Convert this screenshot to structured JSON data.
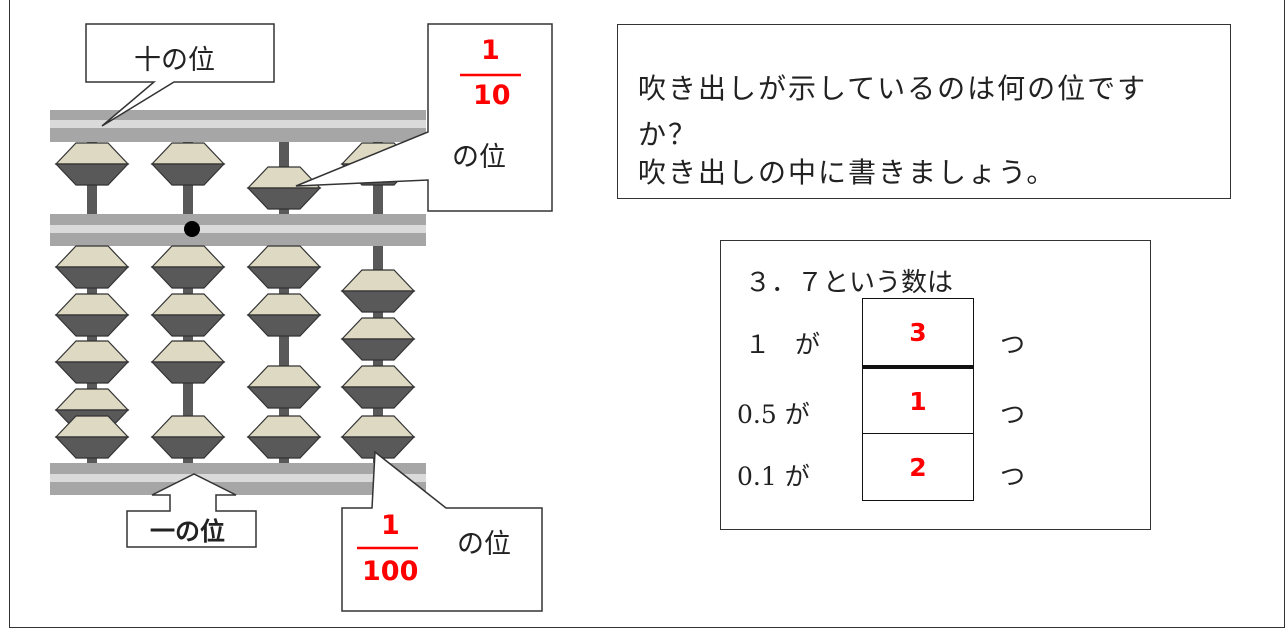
{
  "labels": {
    "tens_place": "十の位",
    "tenth_num": "1",
    "tenth_den": "10",
    "tenth_suffix": "の位",
    "ones_place": "一の位",
    "hundredth_num": "1",
    "hundredth_den": "100",
    "hundredth_suffix": "の位"
  },
  "question": {
    "line1": "吹き出しが示しているのは何の位です",
    "line2": "か？",
    "line3": "吹き出しの中に書きましょう。"
  },
  "answer_box": {
    "title": "３．７という数は",
    "rows": [
      {
        "label": "１　が",
        "value": "3",
        "suffix": "つ"
      },
      {
        "label": "0.5 が",
        "value": "1",
        "suffix": "つ"
      },
      {
        "label": "0.1 が",
        "value": "2",
        "suffix": "つ"
      }
    ]
  },
  "colors": {
    "answer_red": "#ff0000",
    "bar_gray": "#a6a6a6",
    "bead_light": "#ddd9c3",
    "bead_dark": "#595959"
  }
}
